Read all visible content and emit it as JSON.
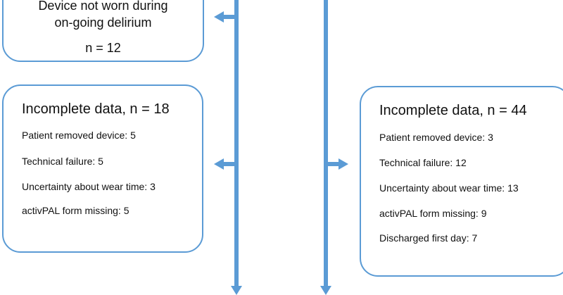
{
  "boxes": {
    "top": {
      "line1": "Device not worn during",
      "line2": "on-going delirium",
      "count": "n = 12"
    },
    "left": {
      "title": "Incomplete data, n = 18",
      "items": [
        "Patient removed device: 5",
        "Technical failure: 5",
        "Uncertainty about wear time: 3",
        "activPAL form missing: 5"
      ]
    },
    "right": {
      "title": "Incomplete data, n = 44",
      "items": [
        "Patient removed device: 3",
        "Technical failure: 12",
        "Uncertainty about wear time: 13",
        "activPAL form missing: 9",
        "Discharged first day: 7"
      ]
    }
  },
  "colors": {
    "accent": "#5b9bd5"
  }
}
